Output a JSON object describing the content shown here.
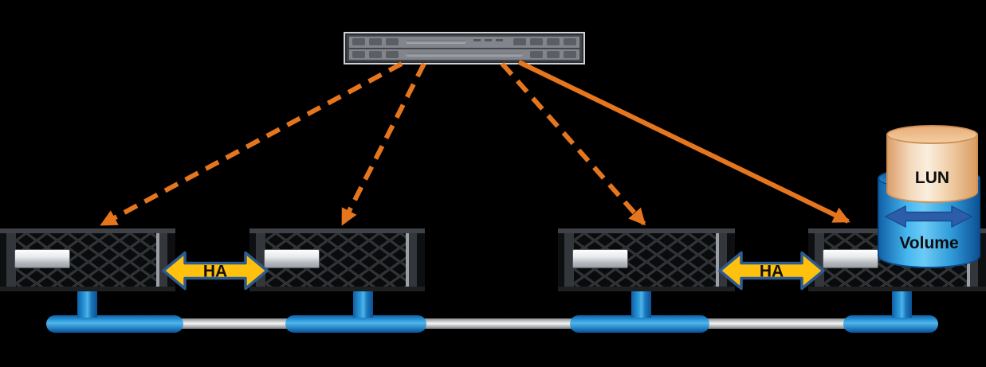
{
  "diagram": {
    "connection_labels": {
      "ha_left": "HA",
      "ha_right": "HA"
    },
    "storage_labels": {
      "lun": "LUN",
      "volume": "Volume"
    },
    "colors": {
      "background": "#000000",
      "path_orange": "#E5761E",
      "ha_arrow_fill": "#FFC10E",
      "ha_arrow_border": "#2E5B8F",
      "interconnect_blue": "#1E88CE",
      "interconnect_silver": "#E8E9EA",
      "lun_fill": "#F6DFC2",
      "lun_border": "#CF8F55",
      "volume_fill": "#3FADE8",
      "volume_border": "#0A4A8A",
      "volume_arrow_blue": "#2B5DA9"
    }
  }
}
